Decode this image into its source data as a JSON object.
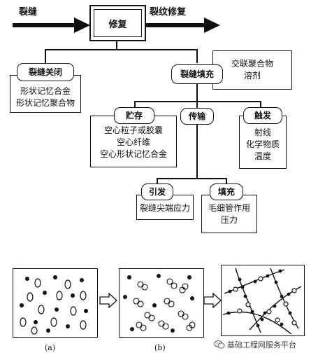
{
  "top": {
    "input_label": "裂缝",
    "center_box": "修复",
    "output_label": "裂纹修复"
  },
  "left_branch": {
    "title": "裂缝关闭",
    "items": [
      "形状记忆合金",
      "形状记忆聚合物"
    ]
  },
  "right_branch": {
    "title": "裂缝填充",
    "side_note": [
      "交联聚合物",
      "溶剂"
    ]
  },
  "storage": {
    "title": "贮存",
    "items": [
      "空心粒子或胶囊",
      "空心纤维",
      "空心形状记忆合金"
    ]
  },
  "transport": {
    "title": "传输"
  },
  "trigger": {
    "title": "触发",
    "items": [
      "射线",
      "化学物质",
      "温度"
    ]
  },
  "initiate": {
    "title": "引发",
    "items": [
      "裂缝尖端应力"
    ]
  },
  "fill": {
    "title": "填充",
    "items": [
      "毛细管作用",
      "压力"
    ]
  },
  "panels": {
    "a_caption": "(a)",
    "b_caption": "(b)"
  },
  "watermark": "基础工程网服务平台"
}
